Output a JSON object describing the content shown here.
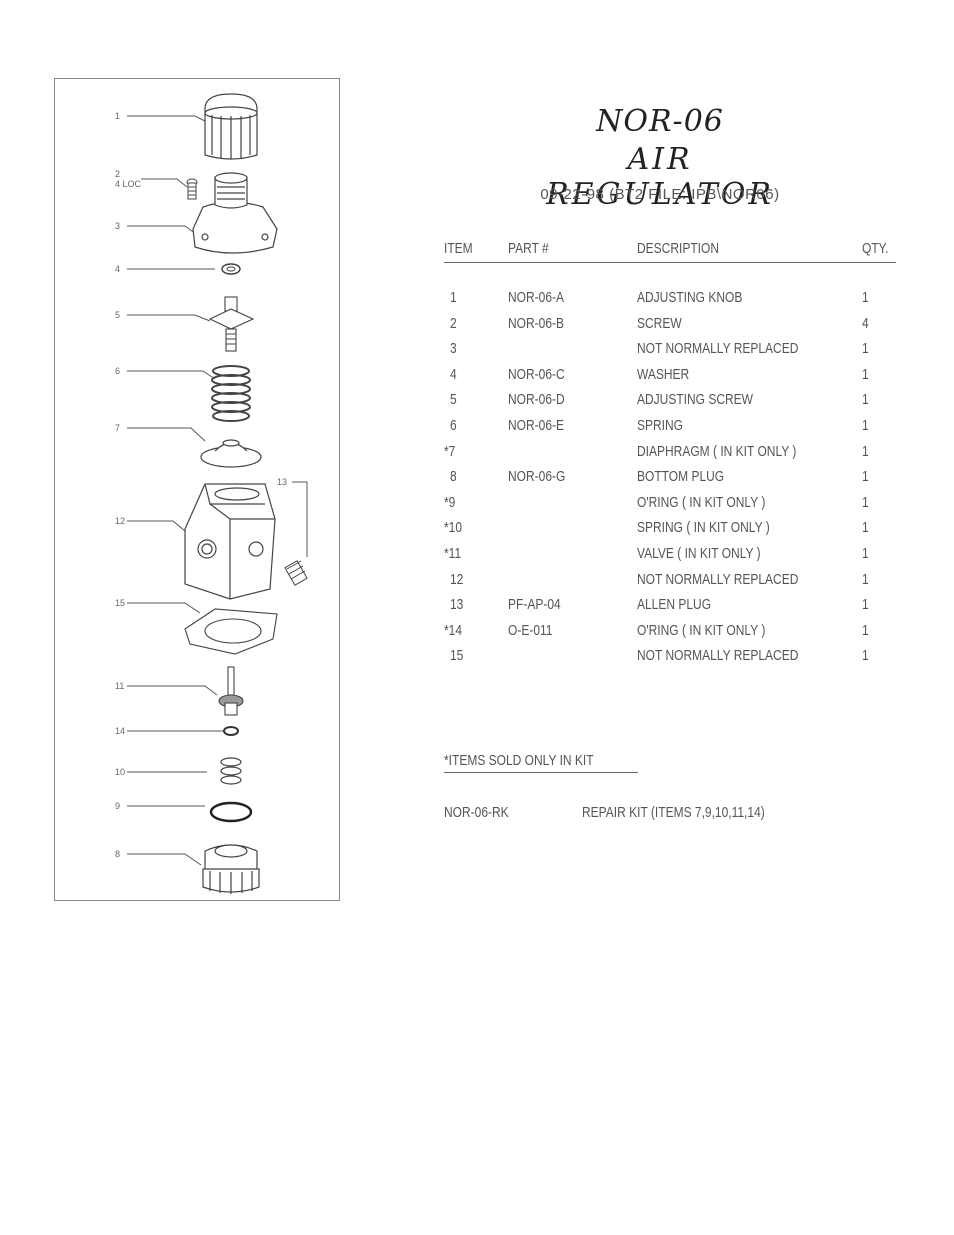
{
  "title": "NOR-06",
  "subtitle": "AIR REGULATOR",
  "file_info": "09-22-98  (BT2 FILE: IPB\\NOR06)",
  "columns": {
    "item": "ITEM",
    "part": "PART #",
    "description": "DESCRIPTION",
    "qty": "QTY."
  },
  "rows": [
    {
      "item": "1",
      "part": "NOR-06-A",
      "description": "ADJUSTING KNOB",
      "qty": "1"
    },
    {
      "item": "2",
      "part": "NOR-06-B",
      "description": "SCREW",
      "qty": "4"
    },
    {
      "item": "3",
      "part": "",
      "description": "NOT NORMALLY REPLACED",
      "qty": "1"
    },
    {
      "item": "4",
      "part": "NOR-06-C",
      "description": "WASHER",
      "qty": "1"
    },
    {
      "item": "5",
      "part": "NOR-06-D",
      "description": "ADJUSTING SCREW",
      "qty": "1"
    },
    {
      "item": "6",
      "part": "NOR-06-E",
      "description": "SPRING",
      "qty": "1"
    },
    {
      "item": "*7",
      "part": "",
      "description": "DIAPHRAGM ( IN KIT ONLY )",
      "qty": "1"
    },
    {
      "item": "8",
      "part": "NOR-06-G",
      "description": "BOTTOM PLUG",
      "qty": "1"
    },
    {
      "item": "*9",
      "part": "",
      "description": "O'RING ( IN KIT ONLY )",
      "qty": "1"
    },
    {
      "item": "*10",
      "part": "",
      "description": "SPRING ( IN KIT ONLY )",
      "qty": "1"
    },
    {
      "item": "*11",
      "part": "",
      "description": "VALVE ( IN KIT ONLY )",
      "qty": "1"
    },
    {
      "item": "12",
      "part": "",
      "description": "NOT NORMALLY REPLACED",
      "qty": "1"
    },
    {
      "item": "13",
      "part": "PF-AP-04",
      "description": "ALLEN PLUG",
      "qty": "1"
    },
    {
      "item": "*14",
      "part": "O-E-011",
      "description": "O'RING ( IN KIT ONLY )",
      "qty": "1"
    },
    {
      "item": "15",
      "part": "",
      "description": "NOT NORMALLY REPLACED",
      "qty": "1"
    }
  ],
  "kit_note": "*ITEMS SOLD ONLY IN KIT",
  "kit": {
    "part": "NOR-06-RK",
    "description": "REPAIR KIT (ITEMS 7,9,10,11,14)"
  },
  "diagram_labels": {
    "l1": "1",
    "l2": "2",
    "l2b": "4 LOC",
    "l3": "3",
    "l4": "4",
    "l5": "5",
    "l6": "6",
    "l7": "7",
    "l8": "8",
    "l9": "9",
    "l10": "10",
    "l11": "11",
    "l12": "12",
    "l13": "13",
    "l14": "14",
    "l15": "15"
  }
}
